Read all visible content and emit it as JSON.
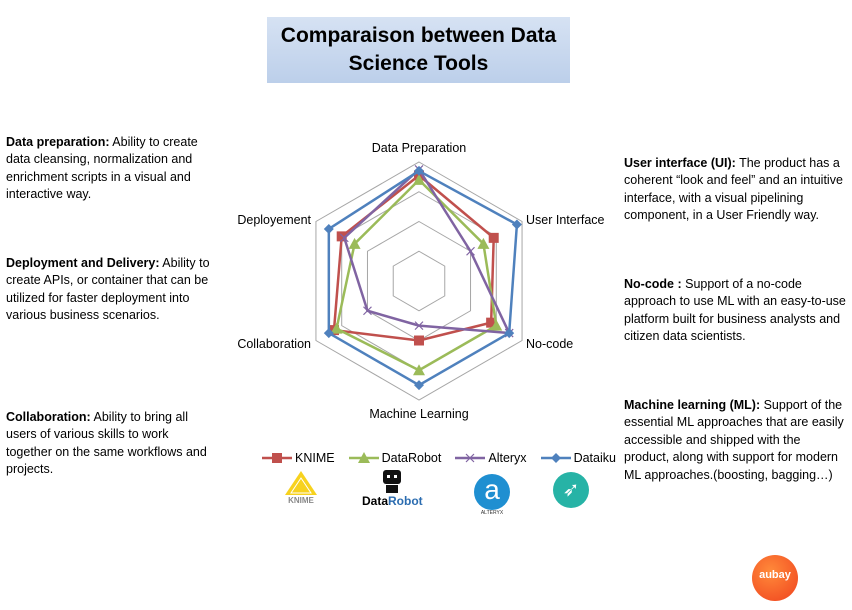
{
  "title": "Comparaison between Data Science Tools",
  "left_descriptions": [
    {
      "term": "Data preparation:",
      "text": " Ability to create data cleansing, normalization and enrichment scripts in a visual and interactive way."
    },
    {
      "term": "Deployment and Delivery:",
      "text": " Ability to create APIs, or container that can be utilized for faster deployment into various business scenarios."
    },
    {
      "term": "Collaboration:",
      "text": " Ability to bring all users of various skills to work together on the same workflows and projects."
    }
  ],
  "right_descriptions": [
    {
      "term": "User interface (UI):",
      "text": " The product has a coherent “look and feel” and an intuitive interface, with a visual pipelining component, in a User Friendly way."
    },
    {
      "term": "No-code :",
      "text": " Support of a no-code approach to use ML with an easy-to-use platform built for business analysts and citizen data scientists."
    },
    {
      "term": "Machine learning (ML):",
      "text": " Support of the essential ML approaches that are easily accessible and shipped with the product, along with support for modern ML approaches.(boosting, bagging…)"
    }
  ],
  "chart_data": {
    "type": "radar",
    "categories": [
      "Data Preparation",
      "User Interface",
      "No-code",
      "Machine Learning",
      "Collaboration",
      "Deployement"
    ],
    "range": [
      0,
      4
    ],
    "rings": 4,
    "legend_position": "bottom",
    "series": [
      {
        "name": "KNIME",
        "color": "#c0504d",
        "marker": "square",
        "values": [
          3.55,
          2.9,
          2.8,
          2.0,
          3.3,
          3.0
        ]
      },
      {
        "name": "DataRobot",
        "color": "#9bbb59",
        "marker": "triangle",
        "values": [
          3.4,
          2.5,
          3.0,
          3.0,
          3.2,
          2.5
        ]
      },
      {
        "name": "Alteryx",
        "color": "#8064a2",
        "marker": "x",
        "values": [
          3.75,
          2.0,
          3.5,
          1.5,
          2.0,
          2.9
        ]
      },
      {
        "name": "Dataiku",
        "color": "#4f81bd",
        "marker": "diamond",
        "values": [
          3.7,
          3.8,
          3.5,
          3.5,
          3.5,
          3.5
        ]
      }
    ]
  },
  "logos": {
    "knime": "KNIME",
    "datarobot_a": "Data",
    "datarobot_b": "Robot",
    "alteryx": "ALTERYX",
    "aubay": "aubay"
  }
}
